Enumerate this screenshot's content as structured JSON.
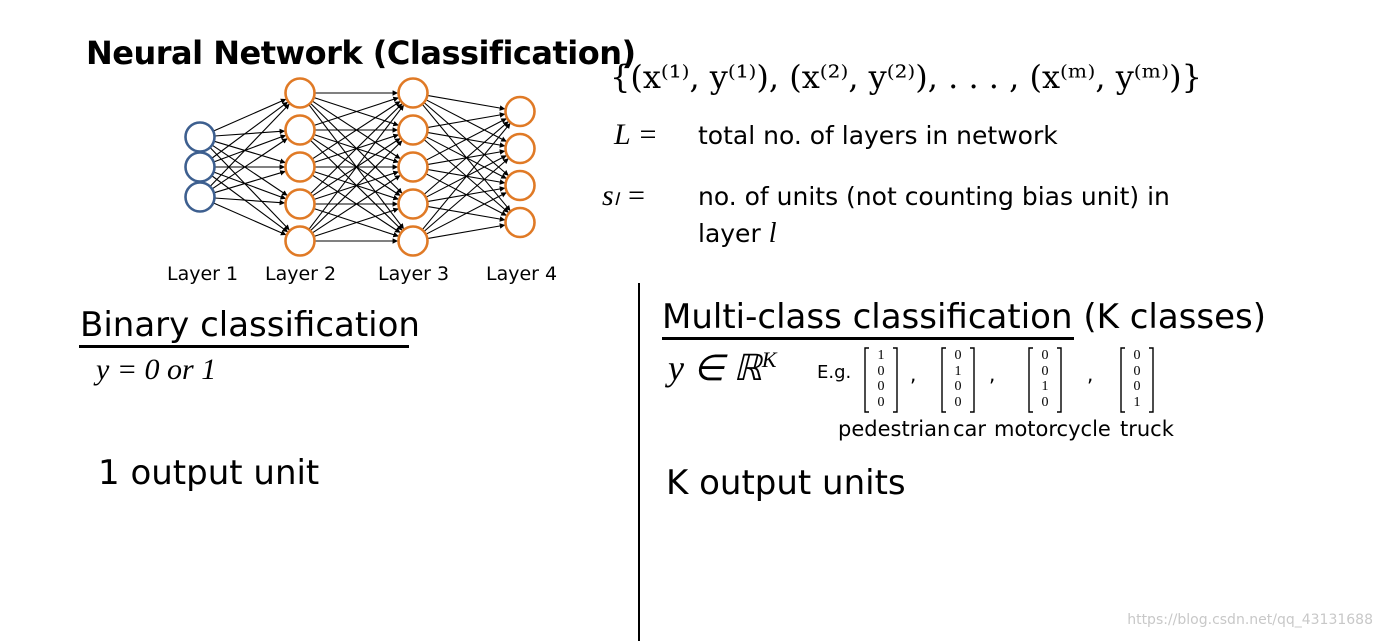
{
  "title": "Neural Network (Classification)",
  "network": {
    "layer_labels": [
      "Layer 1",
      "Layer 2",
      "Layer 3",
      "Layer 4"
    ],
    "units_per_layer": [
      3,
      5,
      5,
      4
    ],
    "input_color": "#3d5f8f",
    "hidden_color": "#e07a26"
  },
  "dataset_formula": "{(x⁽¹⁾, y⁽¹⁾), (x⁽²⁾, y⁽²⁾), . . . , (x⁽ᵐ⁾, y⁽ᵐ⁾)}",
  "definitions": [
    {
      "symbol": "L =",
      "text": "total no. of layers in network"
    },
    {
      "symbol": "sₗ =",
      "text": "no. of units (not counting bias unit) in",
      "text2": "layer",
      "var": "l"
    }
  ],
  "binary": {
    "heading": "Binary classification",
    "formula": "y = 0 or 1",
    "output": "1 output unit"
  },
  "multiclass": {
    "heading_underlined": "Multi-class classification",
    "heading_suffix": " (K classes)",
    "formula": "y ∈ ℝ",
    "formula_sup": "K",
    "eg": "E.g.",
    "vectors": [
      [
        1,
        0,
        0,
        0
      ],
      [
        0,
        1,
        0,
        0
      ],
      [
        0,
        0,
        1,
        0
      ],
      [
        0,
        0,
        0,
        1
      ]
    ],
    "class_labels": [
      "pedestrian",
      "car",
      "motorcycle",
      "truck"
    ],
    "output": "K output units"
  },
  "watermark": "https://blog.csdn.net/qq_43131688"
}
